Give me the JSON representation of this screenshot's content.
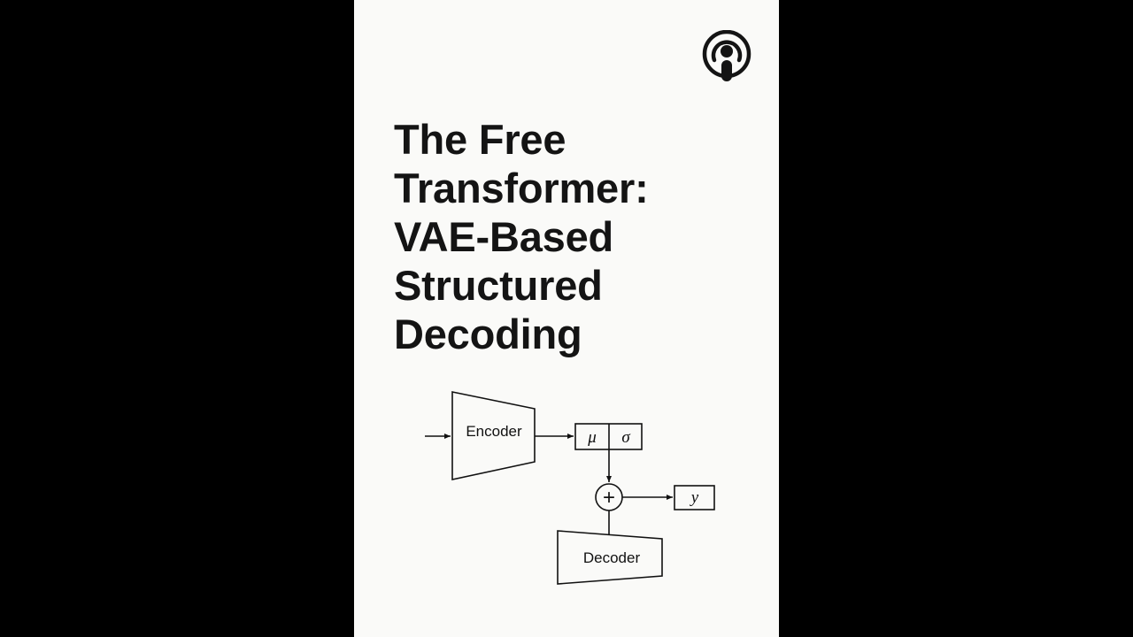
{
  "card": {
    "background": "#fafaf8",
    "icon": "podcast-icon",
    "title_lines": [
      "The Free",
      "Transformer:",
      "VAE-Based",
      "Structured",
      "Decoding"
    ]
  },
  "diagram": {
    "encoder_label": "Encoder",
    "decoder_label": "Decoder",
    "mu_label": "μ",
    "sigma_label": "σ",
    "sum_symbol": "+",
    "output_label": "y"
  },
  "colors": {
    "page_background": "#000000",
    "ink": "#141414"
  }
}
